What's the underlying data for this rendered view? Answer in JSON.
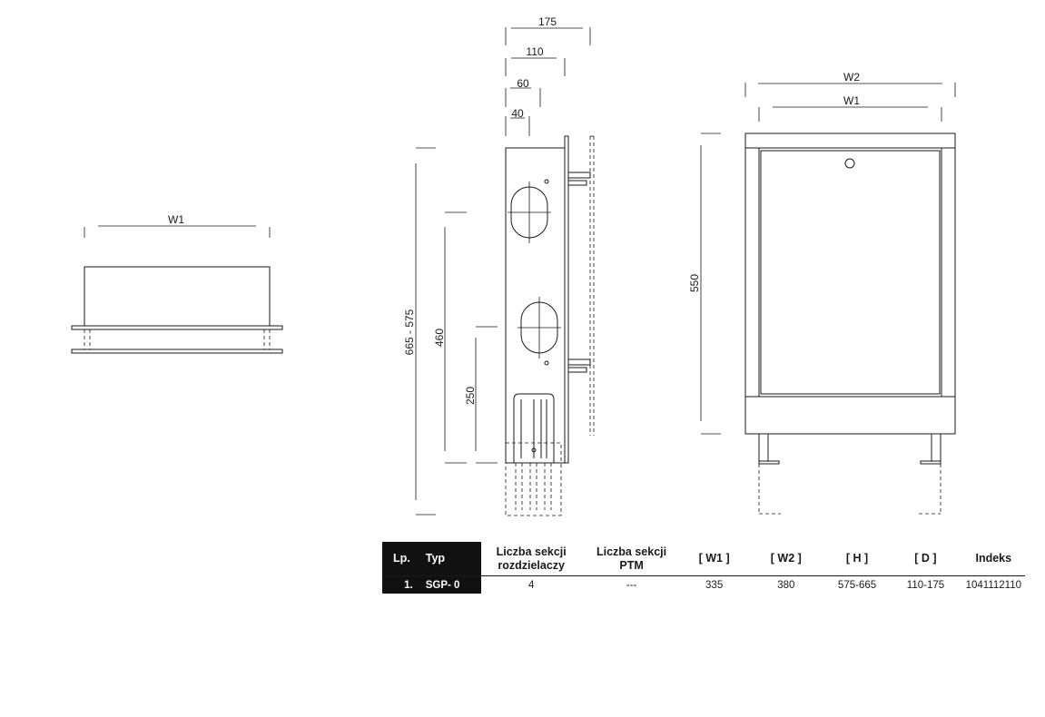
{
  "dimensions": {
    "w1_top_view": "W1",
    "side_175": "175",
    "side_110": "110",
    "side_60": "60",
    "side_40": "40",
    "side_height": "665 - 575",
    "side_460": "460",
    "side_250": "250",
    "front_w2": "W2",
    "front_w1": "W1",
    "front_550": "550"
  },
  "table": {
    "headers": {
      "lp": "Lp.",
      "typ": "Typ",
      "sections_line1": "Liczba sekcji",
      "sections_line2": "rozdzielaczy",
      "ptm_line1": "Liczba sekcji",
      "ptm_line2": "PTM",
      "w1": "[ W1 ]",
      "w2": "[ W2 ]",
      "h": "[ H ]",
      "d": "[ D ]",
      "indeks": "Indeks"
    },
    "row": {
      "lp": "1.",
      "typ": "SGP- 0",
      "sections": "4",
      "ptm": "---",
      "w1": "335",
      "w2": "380",
      "h": "575-665",
      "d": "110-175",
      "indeks": "1041112110"
    }
  }
}
